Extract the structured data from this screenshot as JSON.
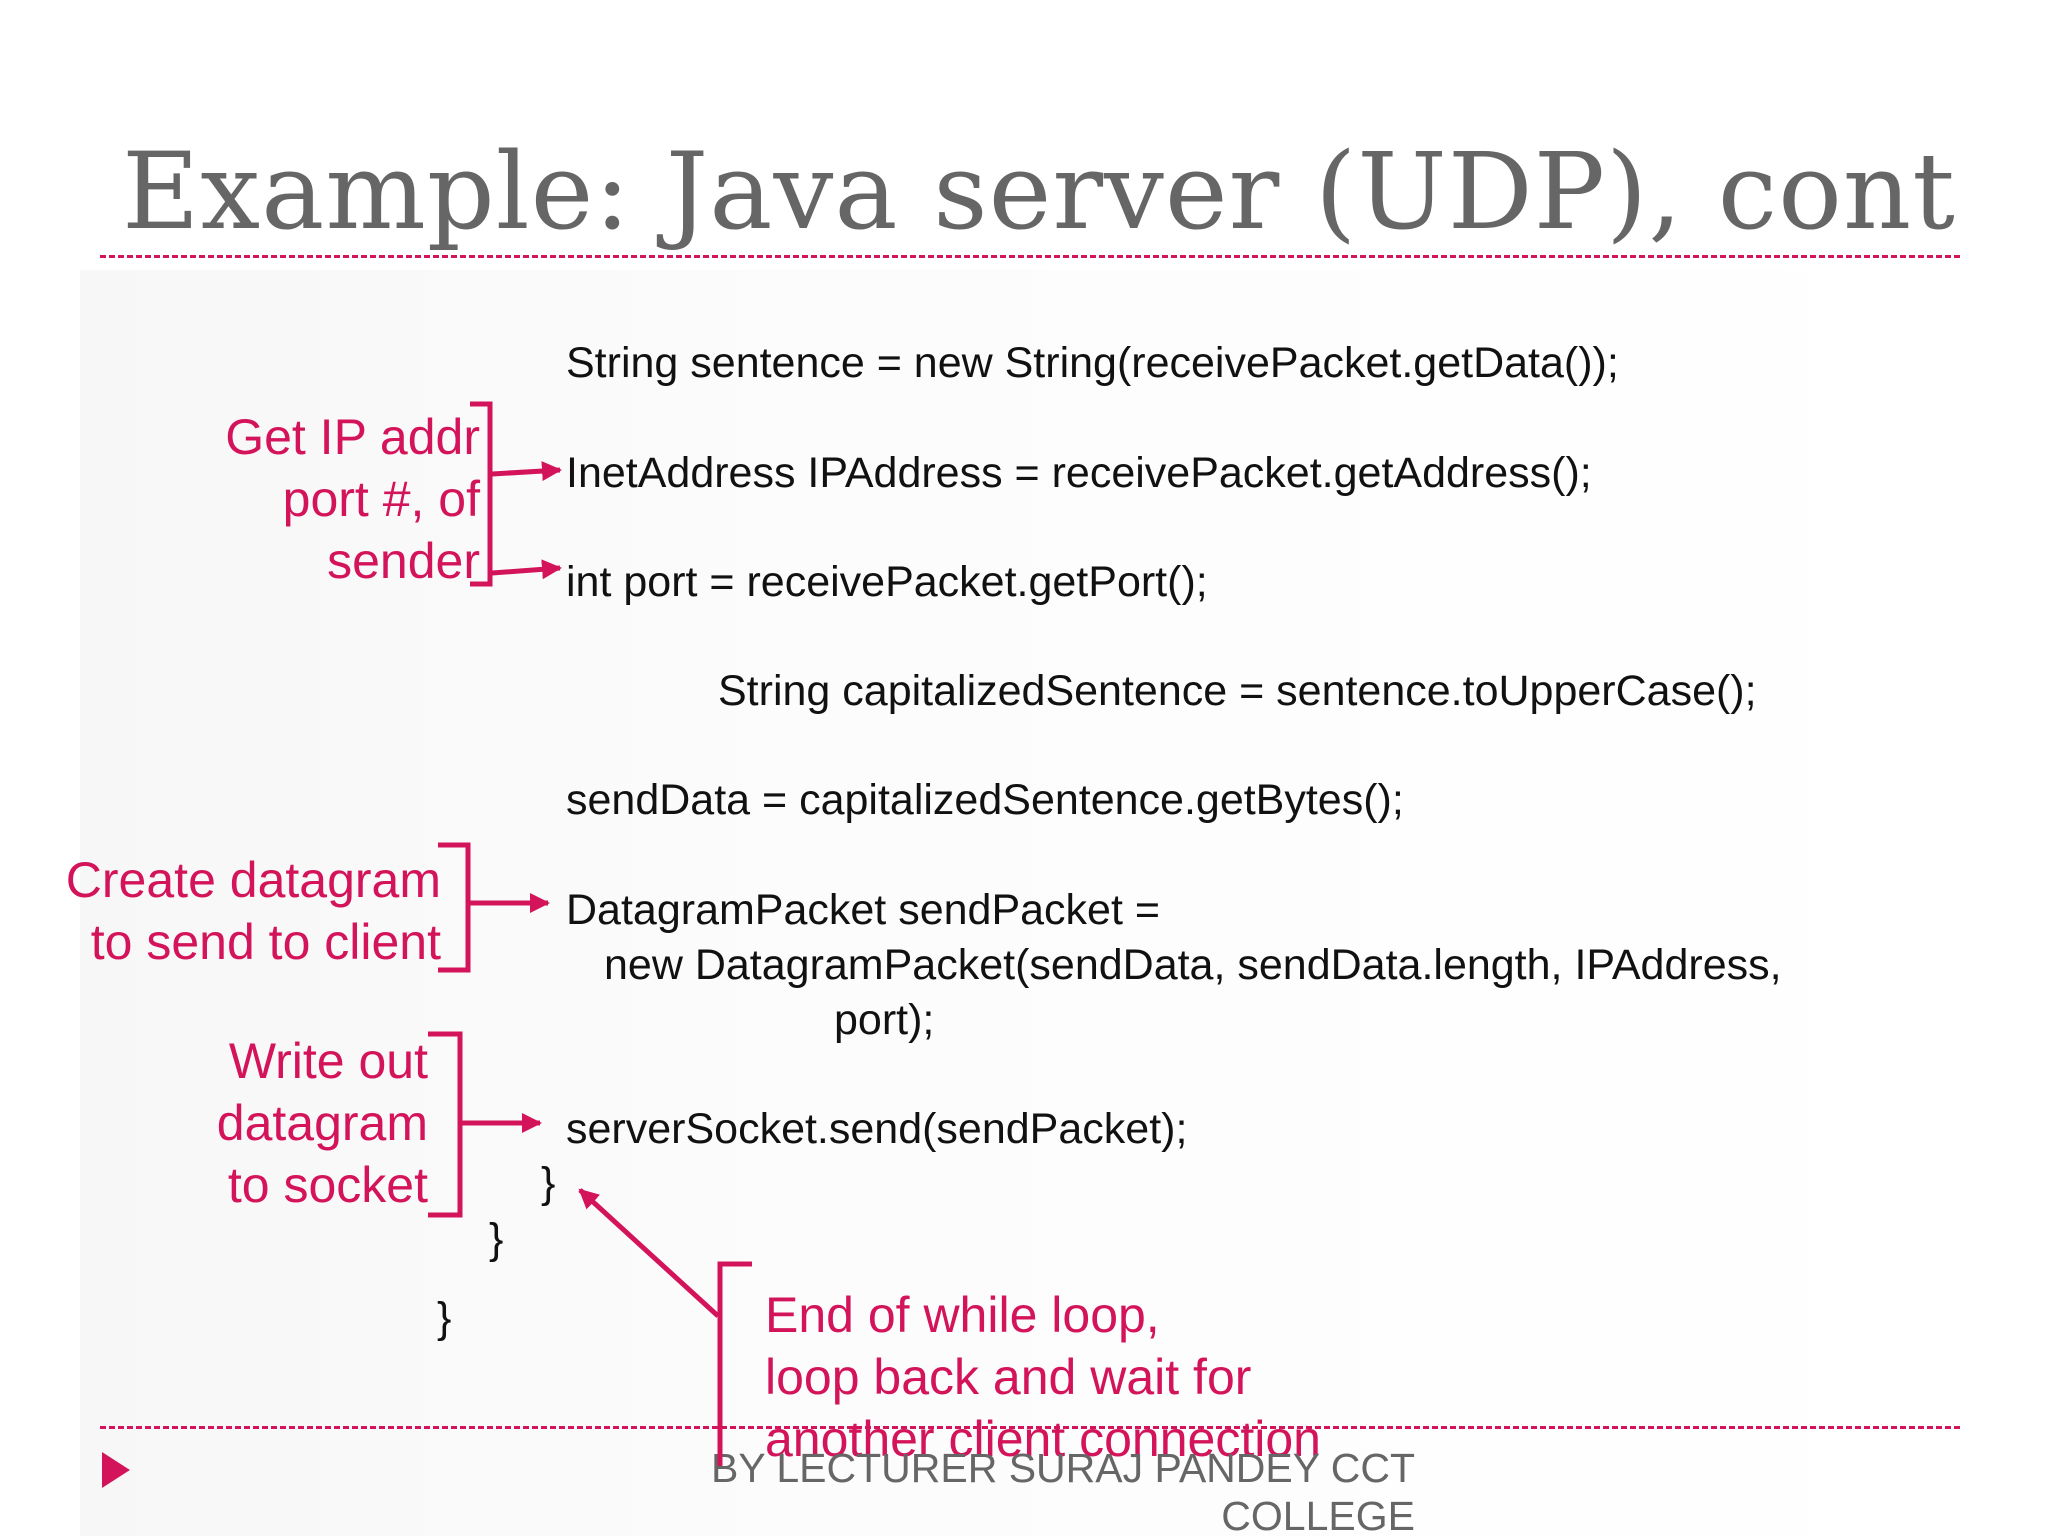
{
  "slide": {
    "title": "Example: Java server (UDP), cont",
    "code_lines": [
      "String sentence = new String(receivePacket.getData());",
      "InetAddress IPAddress = receivePacket.getAddress();",
      "int port = receivePacket.getPort();",
      "String capitalizedSentence = sentence.toUpperCase();",
      "sendData = capitalizedSentence.getBytes();",
      "DatagramPacket sendPacket =",
      "new DatagramPacket(sendData, sendData.length, IPAddress,",
      "port);",
      "serverSocket.send(sendPacket);",
      "}",
      "}",
      "}"
    ],
    "annotations": {
      "ip_port": [
        "Get IP addr",
        "port #, of",
        "sender"
      ],
      "create_datagram": [
        "Create datagram",
        "to send to client"
      ],
      "write_out": [
        "Write out",
        "datagram",
        "to socket"
      ],
      "end_loop": [
        "End of while loop,",
        "loop back and wait for",
        "another client connection"
      ]
    },
    "footer": [
      "BY LECTURER SURAJ PANDEY CCT",
      "COLLEGE"
    ],
    "colors": {
      "accent": "#d4145a",
      "title": "#666666",
      "code": "#111111",
      "footer": "#666666"
    }
  }
}
